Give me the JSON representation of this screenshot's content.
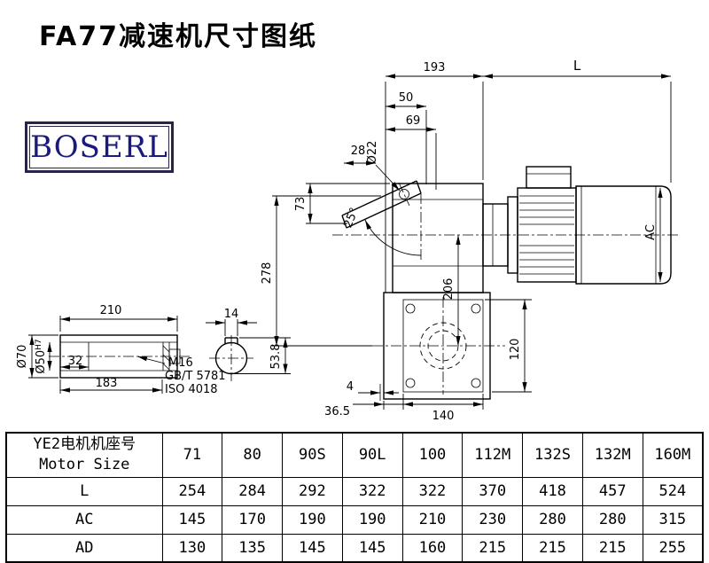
{
  "title": "FA77减速机尺寸图纸",
  "logo": {
    "text": "BOSERL"
  },
  "drawing": {
    "dims": {
      "w193": "193",
      "L": "L",
      "w50": "50",
      "w69": "69",
      "dia22": "Ø22",
      "w28": "28",
      "h73": "73",
      "a25": "25°",
      "h278": "278",
      "h206": "206",
      "AC": "AC",
      "h120": "120",
      "t4": "4",
      "w36_5": "36.5",
      "w140": "140",
      "l210": "210",
      "k14": "14",
      "dia70": "Ø70",
      "dia50": "Ø50",
      "dia50tol": "H7",
      "l32": "32",
      "l183": "183",
      "m16": "M16",
      "gb": "GB/T 5781",
      "iso": "ISO 4018",
      "k53_8": "53.8"
    }
  },
  "table": {
    "header_cn": "YE2电机机座号",
    "header_en": "Motor Size",
    "sizes": [
      "71",
      "80",
      "90S",
      "90L",
      "100",
      "112M",
      "132S",
      "132M",
      "160M"
    ],
    "rows": [
      {
        "label": "L",
        "values": [
          "254",
          "284",
          "292",
          "322",
          "322",
          "370",
          "418",
          "457",
          "524"
        ]
      },
      {
        "label": "AC",
        "values": [
          "145",
          "170",
          "190",
          "190",
          "210",
          "230",
          "280",
          "280",
          "315"
        ]
      },
      {
        "label": "AD",
        "values": [
          "130",
          "135",
          "145",
          "145",
          "160",
          "215",
          "215",
          "215",
          "255"
        ]
      }
    ]
  }
}
